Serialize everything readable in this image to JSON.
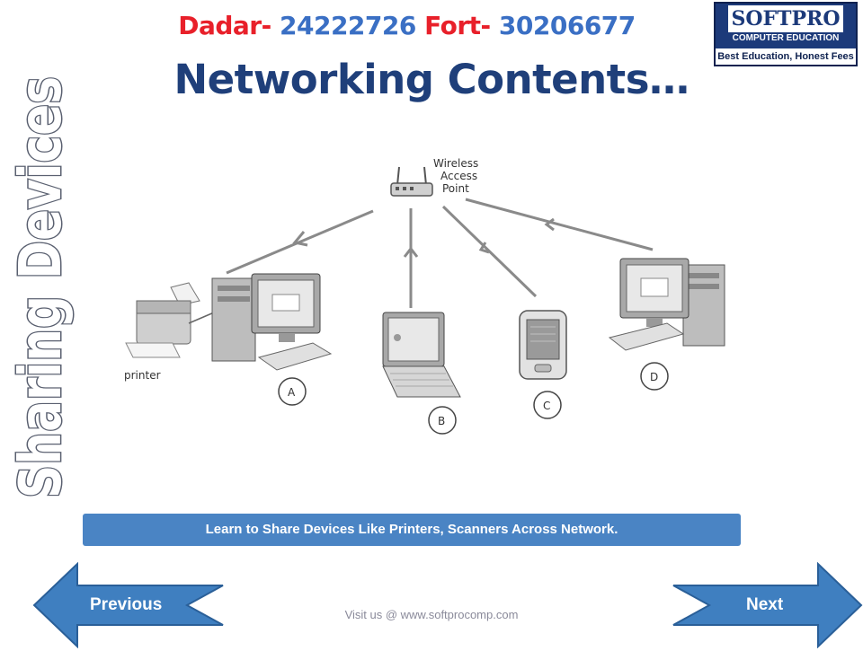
{
  "header": {
    "dadar_label": "Dadar-",
    "dadar_phone": "24222726",
    "fort_label": "Fort-",
    "fort_phone": "30206677"
  },
  "title": "Networking Contents…",
  "logo": {
    "brand": "SOFTPRO",
    "line1": "COMPUTER EDUCATION",
    "tagline": "Best Education, Honest Fees"
  },
  "side_title": "Sharing Devices",
  "diagram": {
    "access_point_line1": "Wireless",
    "access_point_line2": "Access",
    "access_point_line3": "Point",
    "printer_label": "printer",
    "node_a": "A",
    "node_b": "B",
    "node_c": "C",
    "node_d": "D"
  },
  "banner_text": "Learn to Share Devices Like Printers, Scanners Across Network.",
  "nav": {
    "previous": "Previous",
    "next": "Next"
  },
  "footer": "Visit us @ www.softprocomp.com",
  "colors": {
    "red": "#e8202a",
    "blue_number": "#3a6fc4",
    "title_navy": "#1f3f7a",
    "banner": "#4a84c4",
    "nav_arrow": "#3f7fc0"
  }
}
